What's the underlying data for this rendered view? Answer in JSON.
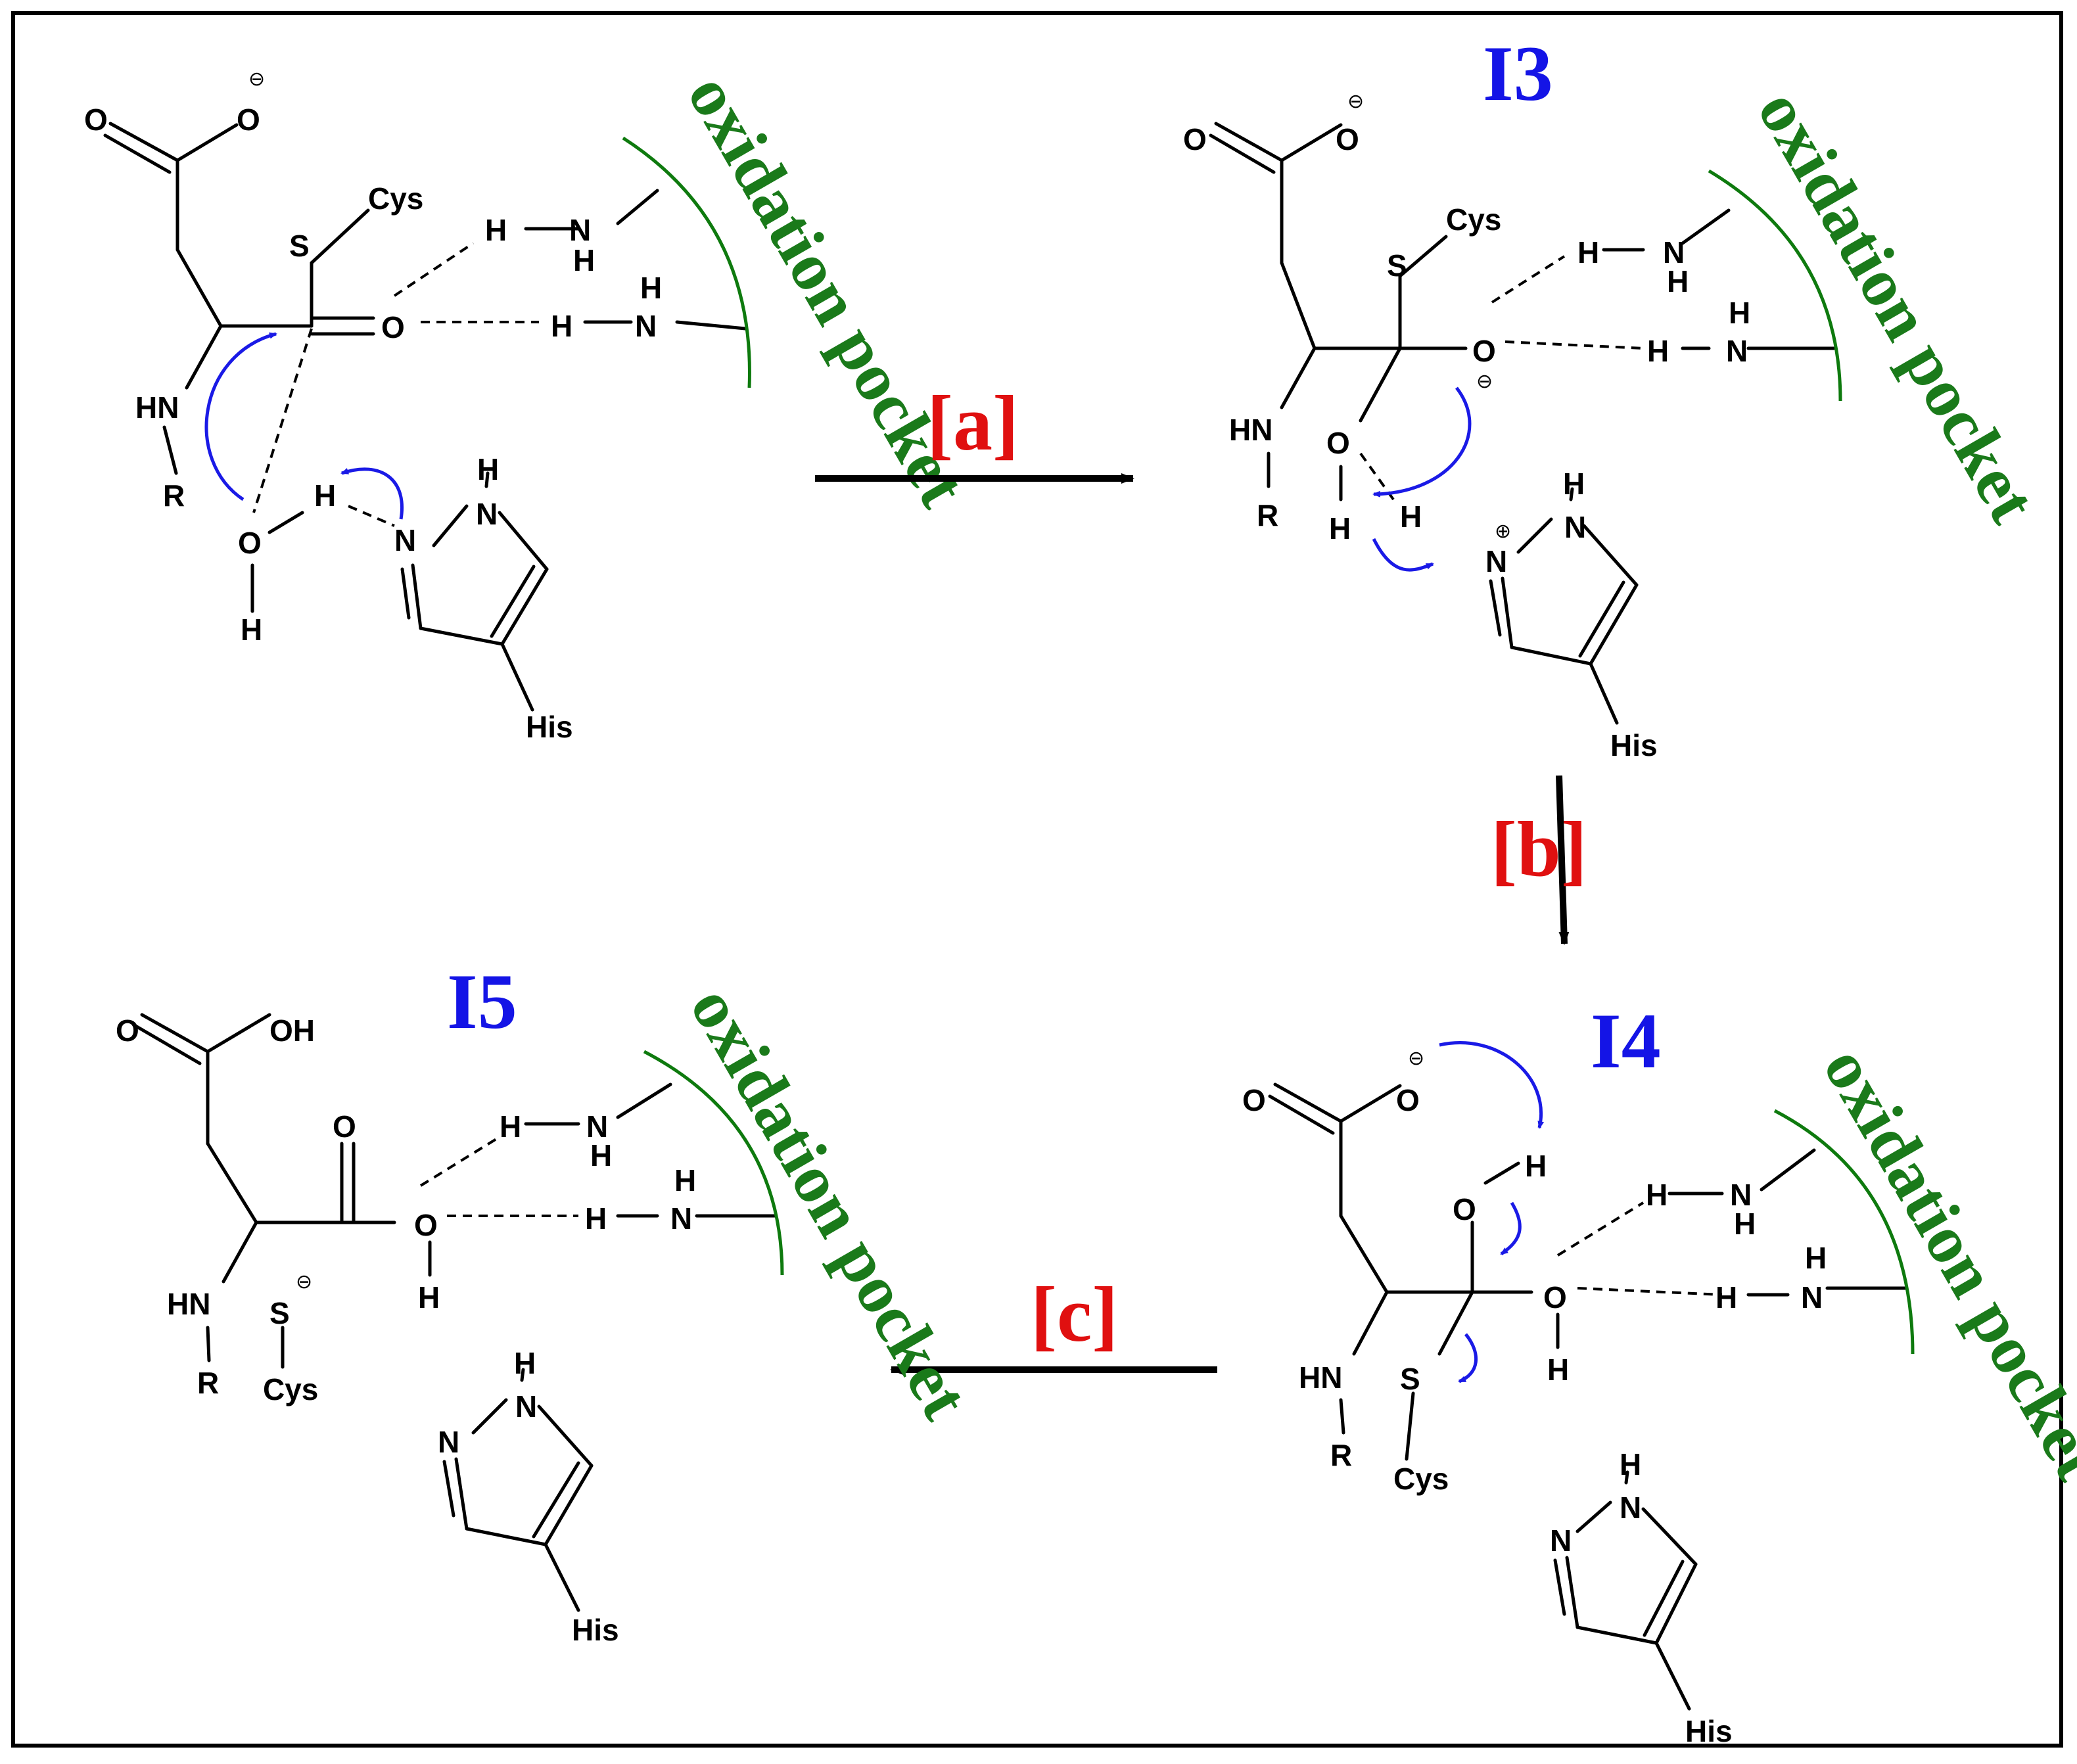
{
  "labels": {
    "pocket": "oxidation pocket",
    "intermediate_i3": "I3",
    "intermediate_i4": "I4",
    "intermediate_i5": "I5",
    "step_a": "[a]",
    "step_b": "[b]",
    "step_c": "[c]"
  },
  "atoms": {
    "O": "O",
    "OH": "OH",
    "H": "H",
    "N": "N",
    "NH": "NH",
    "HN": "HN",
    "S": "S",
    "R": "R",
    "Cys": "Cys",
    "His": "His"
  },
  "charges": {
    "minus": "⊖",
    "plus": "⊕"
  },
  "lone_pair": ":",
  "colors": {
    "pocket_green": "#0e7a0e",
    "intermediate_blue": "#1414e6",
    "step_red": "#e01010",
    "curly_arrow_blue": "#1a1ae6"
  }
}
